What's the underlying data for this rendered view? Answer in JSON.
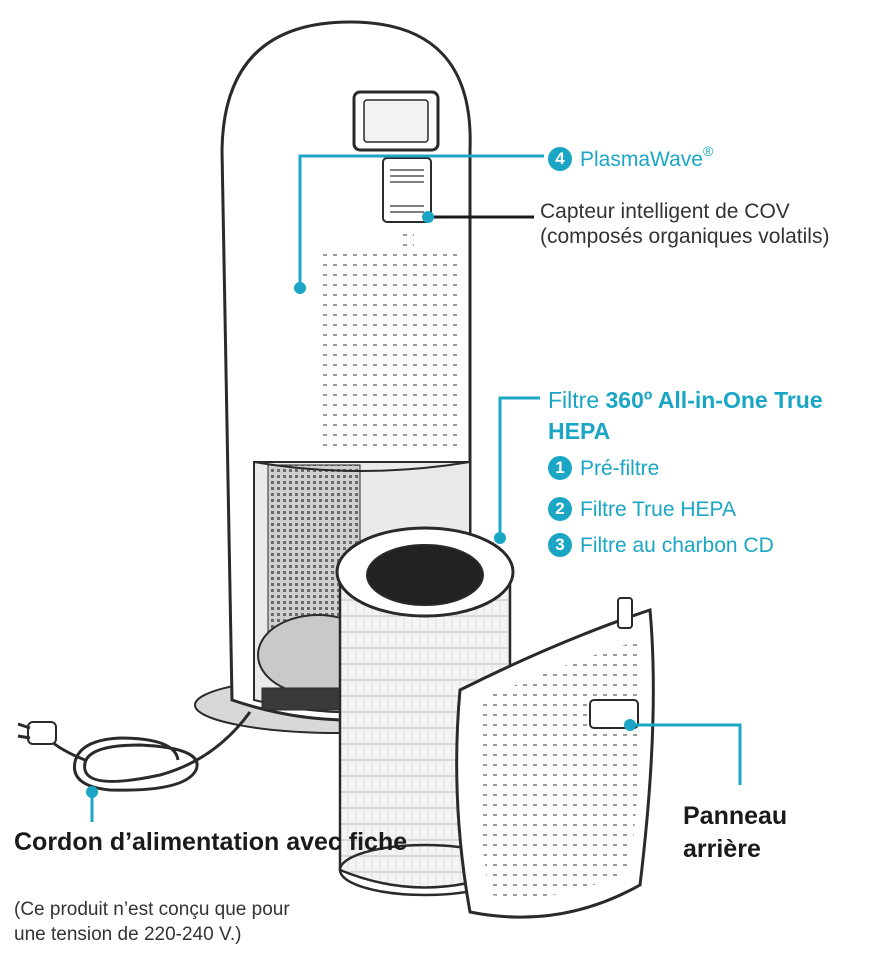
{
  "colors": {
    "accent": "#1aa6c4",
    "text_dark": "#1a1a1a",
    "outline": "#2a2a2a",
    "body": "#ffffff"
  },
  "labels": {
    "plasmawave": {
      "number": "4",
      "text": "PlasmaWave",
      "mark": "®"
    },
    "voc_sensor": {
      "line1": "Capteur intelligent de COV",
      "line2": "(composés organiques volatils)"
    },
    "filter": {
      "title_plain": "Filtre ",
      "title_bold": "360º All-in-One True HEPA",
      "layers": [
        {
          "number": "1",
          "text": "Pré-filtre"
        },
        {
          "number": "2",
          "text": "Filtre True HEPA"
        },
        {
          "number": "3",
          "text": "Filtre au charbon CD"
        }
      ]
    },
    "back_panel": {
      "line1": "Panneau",
      "line2": "arrière"
    },
    "power_cord": {
      "title": "Cordon d’alimentation avec fiche",
      "note_line1": "(Ce produit n’est conçu que pour",
      "note_line2": "une tension de 220-240 V.)"
    }
  },
  "icons": [
    "plug-icon"
  ]
}
